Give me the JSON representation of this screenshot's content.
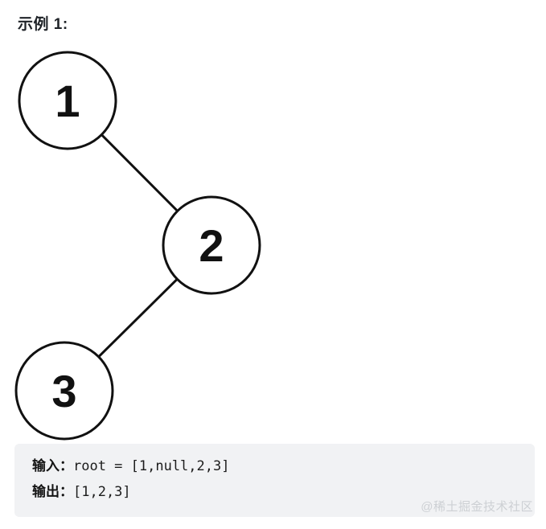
{
  "header": {
    "title": "示例 1:"
  },
  "tree": {
    "type": "binary-tree",
    "nodes": [
      {
        "value": "1"
      },
      {
        "value": "2"
      },
      {
        "value": "3"
      }
    ],
    "edges": [
      {
        "from": "1",
        "to": "2",
        "relation": "right-child"
      },
      {
        "from": "2",
        "to": "3",
        "relation": "left-child"
      }
    ]
  },
  "io": {
    "input_label": "输入：",
    "input_value": "root = [1,null,2,3]",
    "output_label": "输出：",
    "output_value": "[1,2,3]"
  },
  "watermark": "@稀土掘金技术社区",
  "colors": {
    "node_stroke": "#111111",
    "edge": "#111111",
    "code_block_bg": "#f1f2f4",
    "watermark_text": "#cdd0d4",
    "title_text": "#1f2328"
  }
}
